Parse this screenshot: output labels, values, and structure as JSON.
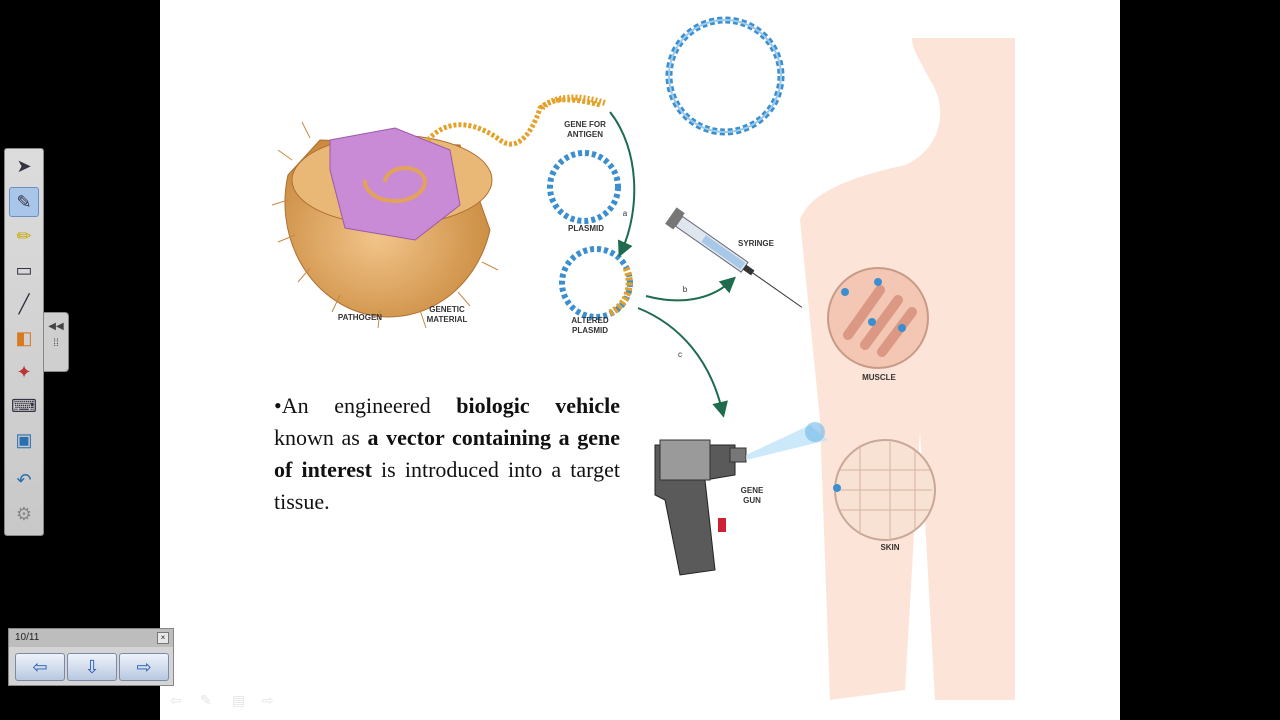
{
  "slide": {
    "labels": {
      "pathogen": "PATHOGEN",
      "genetic_material": "GENETIC MATERIAL",
      "gene_for_antigen": "GENE FOR ANTIGEN",
      "plasmid": "PLASMID",
      "altered_plasmid": "ALTERED PLASMID",
      "syringe": "SYRINGE",
      "muscle": "MUSCLE",
      "gene_gun": "GENE GUN",
      "skin": "SKIN",
      "arrow_a": "a",
      "arrow_b": "b",
      "arrow_c": "c"
    },
    "text": {
      "bullet": "•An engineered ",
      "bold1": "biologic vehicle",
      "mid1": " known as ",
      "bold2": "a vector containing a gene of interest",
      "end": " is introduced into a target tissue."
    }
  },
  "nav": {
    "page_counter": "10/11"
  },
  "colors": {
    "plasmid_blue": "#3b8fd0",
    "gene_orange": "#e4a12a",
    "arrow_green": "#1f6b4d",
    "skin_tone": "#fde4d8"
  },
  "icons": {
    "toolbar": [
      "select-arrow-icon",
      "pen-icon",
      "highlighter-icon",
      "eraser-icon",
      "line-icon",
      "shapes-icon",
      "magic-pen-icon",
      "keyboard-icon",
      "notes-icon",
      "undo-icon",
      "settings-icon"
    ],
    "nav": [
      "previous-arrow-icon",
      "menu-icon",
      "next-arrow-icon"
    ]
  }
}
